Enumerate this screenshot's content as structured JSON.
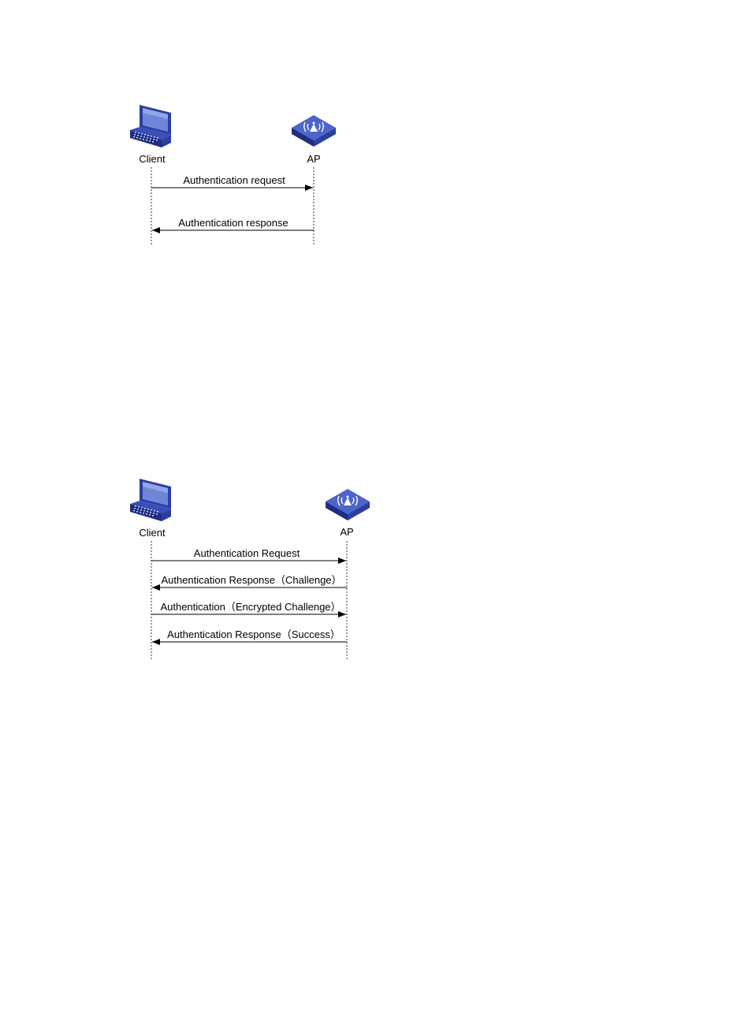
{
  "diagrams": [
    {
      "nodes": {
        "client": "Client",
        "ap": "AP"
      },
      "messages": [
        {
          "label": "Authentication request",
          "direction": "client-to-ap"
        },
        {
          "label": "Authentication response",
          "direction": "ap-to-client"
        }
      ]
    },
    {
      "nodes": {
        "client": "Client",
        "ap": "AP"
      },
      "messages": [
        {
          "label": "Authentication Request",
          "direction": "client-to-ap"
        },
        {
          "label": "Authentication Response（Challenge）",
          "direction": "ap-to-client"
        },
        {
          "label": "Authentication（Encrypted Challenge）",
          "direction": "client-to-ap"
        },
        {
          "label": "Authentication Response（Success）",
          "direction": "ap-to-client"
        }
      ]
    }
  ],
  "colors": {
    "device_blue": "#2c3e9e",
    "device_light": "#5a6fd0",
    "line": "#000000"
  },
  "icons": {
    "client": "laptop-icon",
    "ap": "access-point-icon"
  }
}
